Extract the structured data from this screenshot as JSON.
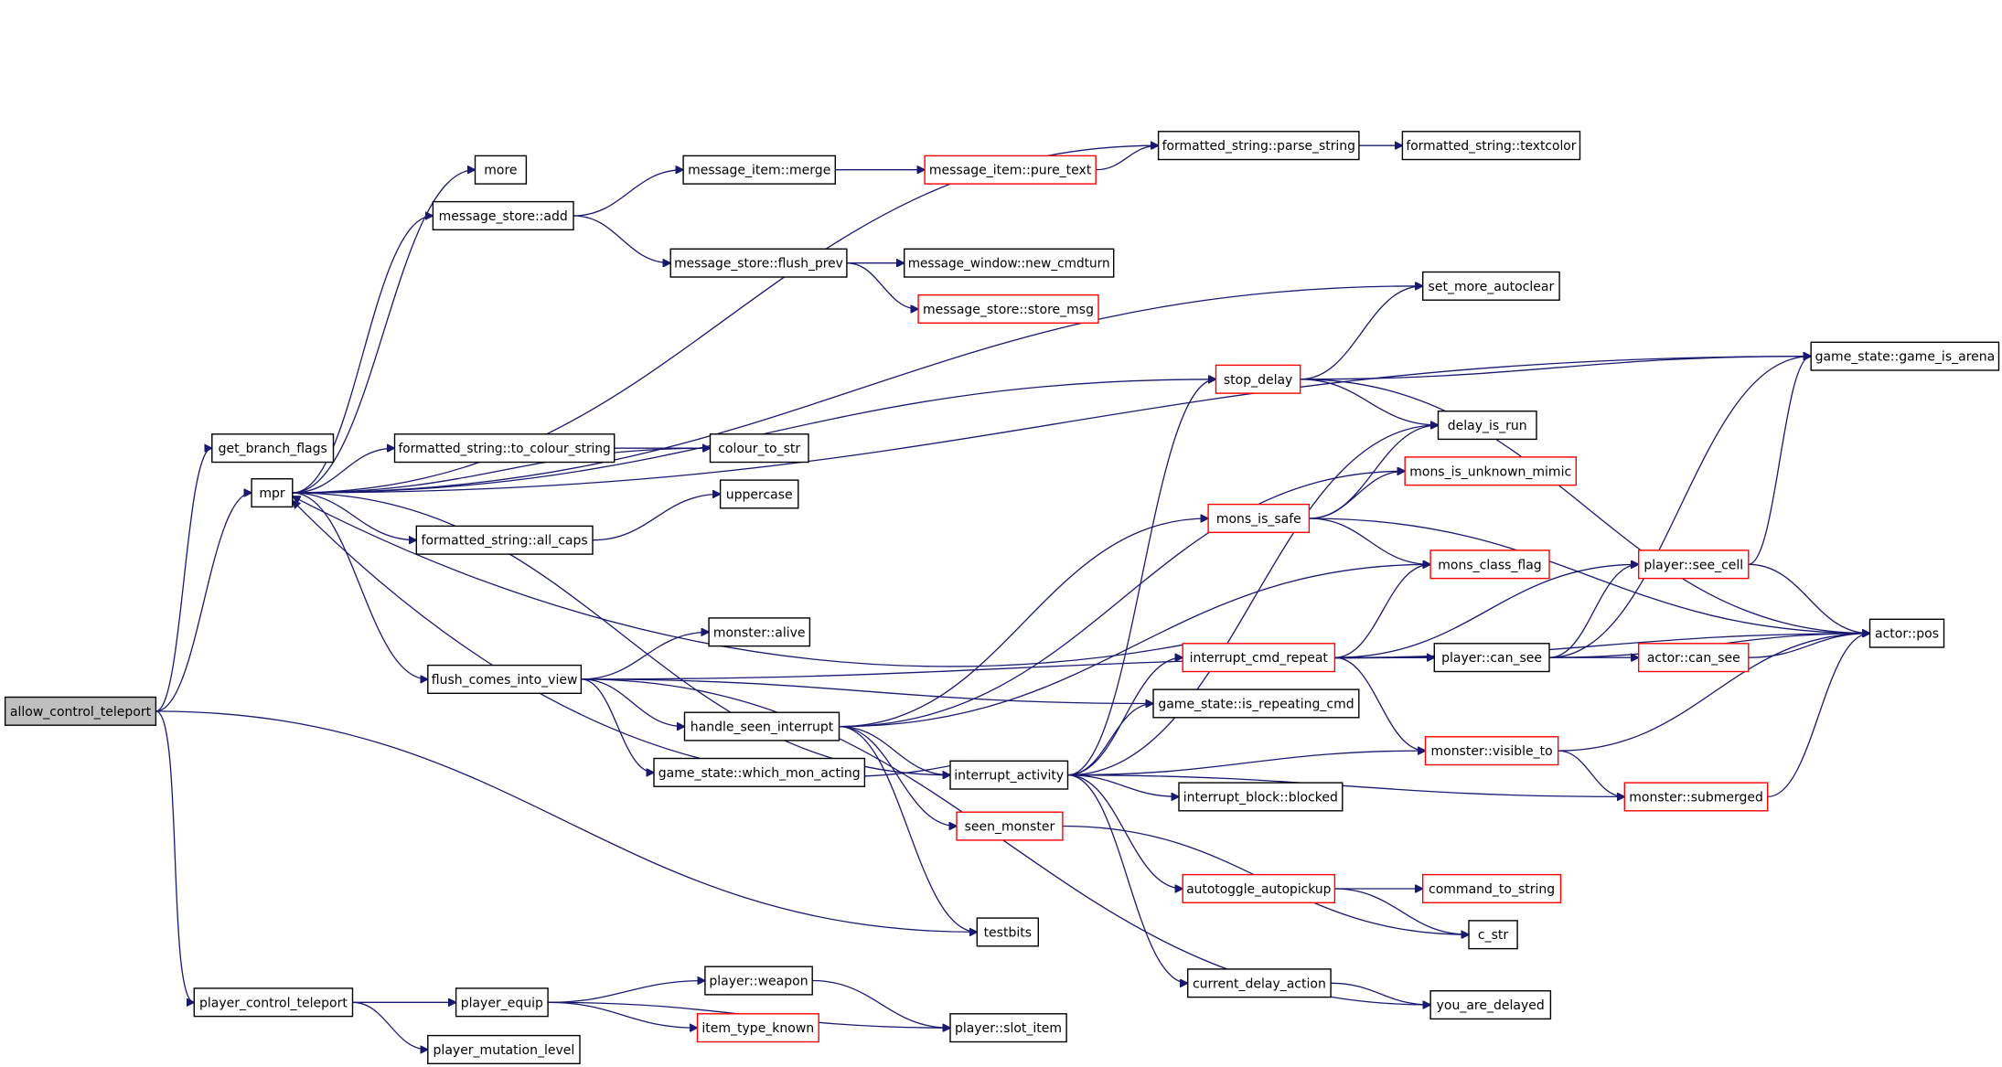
{
  "graph": {
    "edge_color": "#191970",
    "truncated_border_color": "#ff0000",
    "normal_border_color": "#000000",
    "root_fill": "#bfbfbf",
    "nodes": [
      {
        "id": "allow_control_teleport",
        "label": "allow_control_teleport",
        "root": true,
        "truncated": false
      },
      {
        "id": "get_branch_flags",
        "label": "get_branch_flags",
        "truncated": false
      },
      {
        "id": "mpr",
        "label": "mpr",
        "truncated": false
      },
      {
        "id": "player_control_teleport",
        "label": "player_control_teleport",
        "truncated": false
      },
      {
        "id": "testbits",
        "label": "testbits",
        "truncated": false
      },
      {
        "id": "more",
        "label": "more",
        "truncated": false
      },
      {
        "id": "message_store_add",
        "label": "message_store::add",
        "truncated": false
      },
      {
        "id": "message_item_merge",
        "label": "message_item::merge",
        "truncated": false
      },
      {
        "id": "message_item_pure_text",
        "label": "message_item::pure_text",
        "truncated": true
      },
      {
        "id": "formatted_string_parse_string",
        "label": "formatted_string::parse_string",
        "truncated": false
      },
      {
        "id": "formatted_string_textcolor",
        "label": "formatted_string::textcolor",
        "truncated": false
      },
      {
        "id": "message_store_flush_prev",
        "label": "message_store::flush_prev",
        "truncated": false
      },
      {
        "id": "message_window_new_cmdturn",
        "label": "message_window::new_cmdturn",
        "truncated": false
      },
      {
        "id": "message_store_store_msg",
        "label": "message_store::store_msg",
        "truncated": true
      },
      {
        "id": "set_more_autoclear",
        "label": "set_more_autoclear",
        "truncated": false
      },
      {
        "id": "game_state_game_is_arena",
        "label": "game_state::game_is_arena",
        "truncated": false
      },
      {
        "id": "stop_delay",
        "label": "stop_delay",
        "truncated": true
      },
      {
        "id": "delay_is_run",
        "label": "delay_is_run",
        "truncated": false
      },
      {
        "id": "formatted_string_to_colour_string",
        "label": "formatted_string::to_colour_string",
        "truncated": false
      },
      {
        "id": "colour_to_str",
        "label": "colour_to_str",
        "truncated": false
      },
      {
        "id": "uppercase",
        "label": "uppercase",
        "truncated": false
      },
      {
        "id": "formatted_string_all_caps",
        "label": "formatted_string::all_caps",
        "truncated": false
      },
      {
        "id": "mons_is_unknown_mimic",
        "label": "mons_is_unknown_mimic",
        "truncated": true
      },
      {
        "id": "mons_is_safe",
        "label": "mons_is_safe",
        "truncated": true
      },
      {
        "id": "mons_class_flag",
        "label": "mons_class_flag",
        "truncated": true
      },
      {
        "id": "player_see_cell",
        "label": "player::see_cell",
        "truncated": true
      },
      {
        "id": "actor_pos",
        "label": "actor::pos",
        "truncated": false
      },
      {
        "id": "monster_alive",
        "label": "monster::alive",
        "truncated": false
      },
      {
        "id": "flush_comes_into_view",
        "label": "flush_comes_into_view",
        "truncated": false
      },
      {
        "id": "interrupt_cmd_repeat",
        "label": "interrupt_cmd_repeat",
        "truncated": true
      },
      {
        "id": "player_can_see",
        "label": "player::can_see",
        "truncated": false
      },
      {
        "id": "actor_can_see",
        "label": "actor::can_see",
        "truncated": true
      },
      {
        "id": "game_state_is_repeating_cmd",
        "label": "game_state::is_repeating_cmd",
        "truncated": false
      },
      {
        "id": "handle_seen_interrupt",
        "label": "handle_seen_interrupt",
        "truncated": false
      },
      {
        "id": "monster_visible_to",
        "label": "monster::visible_to",
        "truncated": true
      },
      {
        "id": "game_state_which_mon_acting",
        "label": "game_state::which_mon_acting",
        "truncated": false
      },
      {
        "id": "interrupt_activity",
        "label": "interrupt_activity",
        "truncated": false
      },
      {
        "id": "interrupt_block_blocked",
        "label": "interrupt_block::blocked",
        "truncated": false
      },
      {
        "id": "monster_submerged",
        "label": "monster::submerged",
        "truncated": true
      },
      {
        "id": "seen_monster",
        "label": "seen_monster",
        "truncated": true
      },
      {
        "id": "autotoggle_autopickup",
        "label": "autotoggle_autopickup",
        "truncated": true
      },
      {
        "id": "command_to_string",
        "label": "command_to_string",
        "truncated": true
      },
      {
        "id": "c_str",
        "label": "c_str",
        "truncated": false
      },
      {
        "id": "current_delay_action",
        "label": "current_delay_action",
        "truncated": false
      },
      {
        "id": "you_are_delayed",
        "label": "you_are_delayed",
        "truncated": false
      },
      {
        "id": "player_equip",
        "label": "player_equip",
        "truncated": false
      },
      {
        "id": "player_weapon",
        "label": "player::weapon",
        "truncated": false
      },
      {
        "id": "item_type_known",
        "label": "item_type_known",
        "truncated": true
      },
      {
        "id": "player_slot_item",
        "label": "player::slot_item",
        "truncated": false
      },
      {
        "id": "player_mutation_level",
        "label": "player_mutation_level",
        "truncated": false
      }
    ],
    "edges": [
      [
        "allow_control_teleport",
        "get_branch_flags"
      ],
      [
        "allow_control_teleport",
        "mpr"
      ],
      [
        "allow_control_teleport",
        "testbits"
      ],
      [
        "allow_control_teleport",
        "player_control_teleport"
      ],
      [
        "mpr",
        "more"
      ],
      [
        "mpr",
        "message_store_add"
      ],
      [
        "mpr",
        "formatted_string_parse_string"
      ],
      [
        "mpr",
        "game_state_game_is_arena"
      ],
      [
        "mpr",
        "set_more_autoclear"
      ],
      [
        "mpr",
        "stop_delay"
      ],
      [
        "mpr",
        "formatted_string_to_colour_string"
      ],
      [
        "mpr",
        "colour_to_str"
      ],
      [
        "mpr",
        "formatted_string_all_caps"
      ],
      [
        "mpr",
        "flush_comes_into_view"
      ],
      [
        "mpr",
        "interrupt_activity"
      ],
      [
        "message_store_add",
        "message_item_merge"
      ],
      [
        "message_store_add",
        "message_store_flush_prev"
      ],
      [
        "message_item_merge",
        "message_item_pure_text"
      ],
      [
        "message_item_pure_text",
        "formatted_string_parse_string"
      ],
      [
        "formatted_string_parse_string",
        "formatted_string_textcolor"
      ],
      [
        "message_store_flush_prev",
        "message_window_new_cmdturn"
      ],
      [
        "message_store_flush_prev",
        "message_store_store_msg"
      ],
      [
        "formatted_string_to_colour_string",
        "colour_to_str"
      ],
      [
        "formatted_string_all_caps",
        "uppercase"
      ],
      [
        "stop_delay",
        "set_more_autoclear"
      ],
      [
        "stop_delay",
        "game_state_game_is_arena"
      ],
      [
        "stop_delay",
        "delay_is_run"
      ],
      [
        "stop_delay",
        "actor_pos"
      ],
      [
        "flush_comes_into_view",
        "monster_alive"
      ],
      [
        "flush_comes_into_view",
        "handle_seen_interrupt"
      ],
      [
        "flush_comes_into_view",
        "game_state_which_mon_acting"
      ],
      [
        "flush_comes_into_view",
        "game_state_is_repeating_cmd"
      ],
      [
        "flush_comes_into_view",
        "player_can_see"
      ],
      [
        "flush_comes_into_view",
        "you_are_delayed"
      ],
      [
        "handle_seen_interrupt",
        "mons_is_unknown_mimic"
      ],
      [
        "handle_seen_interrupt",
        "mons_is_safe"
      ],
      [
        "handle_seen_interrupt",
        "mons_class_flag"
      ],
      [
        "handle_seen_interrupt",
        "interrupt_activity"
      ],
      [
        "handle_seen_interrupt",
        "seen_monster"
      ],
      [
        "handle_seen_interrupt",
        "testbits"
      ],
      [
        "mons_is_safe",
        "delay_is_run"
      ],
      [
        "mons_is_safe",
        "mons_is_unknown_mimic"
      ],
      [
        "mons_is_safe",
        "mons_class_flag"
      ],
      [
        "mons_is_safe",
        "actor_pos"
      ],
      [
        "interrupt_activity",
        "stop_delay"
      ],
      [
        "interrupt_activity",
        "delay_is_run"
      ],
      [
        "interrupt_activity",
        "interrupt_cmd_repeat"
      ],
      [
        "interrupt_activity",
        "game_state_is_repeating_cmd"
      ],
      [
        "interrupt_activity",
        "monster_visible_to"
      ],
      [
        "interrupt_activity",
        "interrupt_block_blocked"
      ],
      [
        "interrupt_activity",
        "monster_submerged"
      ],
      [
        "interrupt_activity",
        "autotoggle_autopickup"
      ],
      [
        "interrupt_activity",
        "current_delay_action"
      ],
      [
        "interrupt_activity",
        "mpr"
      ],
      [
        "interrupt_cmd_repeat",
        "mpr"
      ],
      [
        "interrupt_cmd_repeat",
        "player_can_see"
      ],
      [
        "interrupt_cmd_repeat",
        "mons_class_flag"
      ],
      [
        "interrupt_cmd_repeat",
        "player_see_cell"
      ],
      [
        "interrupt_cmd_repeat",
        "monster_visible_to"
      ],
      [
        "interrupt_cmd_repeat",
        "actor_pos"
      ],
      [
        "player_can_see",
        "game_state_game_is_arena"
      ],
      [
        "player_can_see",
        "player_see_cell"
      ],
      [
        "player_can_see",
        "actor_can_see"
      ],
      [
        "player_can_see",
        "actor_pos"
      ],
      [
        "player_see_cell",
        "game_state_game_is_arena"
      ],
      [
        "player_see_cell",
        "actor_pos"
      ],
      [
        "actor_can_see",
        "actor_pos"
      ],
      [
        "monster_visible_to",
        "actor_pos"
      ],
      [
        "monster_visible_to",
        "monster_submerged"
      ],
      [
        "monster_submerged",
        "actor_pos"
      ],
      [
        "seen_monster",
        "c_str"
      ],
      [
        "autotoggle_autopickup",
        "command_to_string"
      ],
      [
        "autotoggle_autopickup",
        "c_str"
      ],
      [
        "current_delay_action",
        "you_are_delayed"
      ],
      [
        "player_control_teleport",
        "player_equip"
      ],
      [
        "player_control_teleport",
        "player_mutation_level"
      ],
      [
        "player_equip",
        "player_weapon"
      ],
      [
        "player_equip",
        "item_type_known"
      ],
      [
        "player_equip",
        "player_slot_item"
      ],
      [
        "player_weapon",
        "player_slot_item"
      ]
    ]
  }
}
